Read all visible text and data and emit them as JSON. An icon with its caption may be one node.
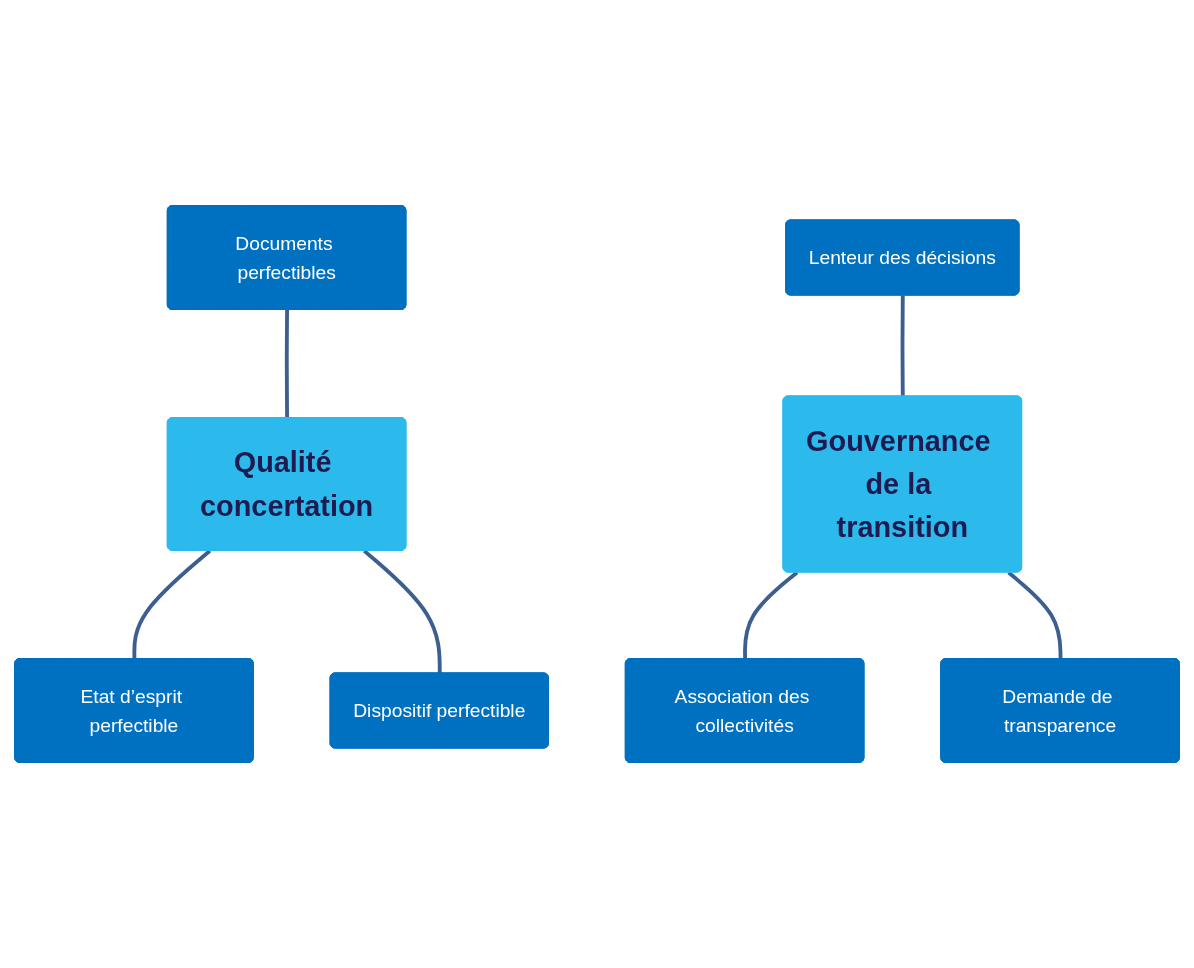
{
  "diagram": {
    "nodes": [
      {
        "text": [
          "Documents perfectibles"
        ]
      },
      {
        "text": [
          "Qualité concertation"
        ]
      },
      {
        "text": [
          "Etat d’esprit perfectible"
        ]
      },
      {
        "text": [
          "Dispositif perfectible"
        ]
      },
      {
        "text": [
          "Lenteur des décisions"
        ]
      },
      {
        "text": [
          "Gouvernance de la transition"
        ]
      },
      {
        "text": [
          "Association des collectivités"
        ]
      },
      {
        "text": [
          "Demande de transparence"
        ]
      }
    ],
    "edges": [
      {
        "from": 0,
        "to": 1,
        "arrow": "none"
      },
      {
        "from": 1,
        "to": 2,
        "arrow": "none"
      },
      {
        "from": 1,
        "to": 3,
        "arrow": "none"
      },
      {
        "from": 4,
        "to": 5,
        "arrow": "none"
      },
      {
        "from": 5,
        "to": 6,
        "arrow": "none"
      },
      {
        "from": 5,
        "to": 7,
        "arrow": "none"
      }
    ]
  }
}
